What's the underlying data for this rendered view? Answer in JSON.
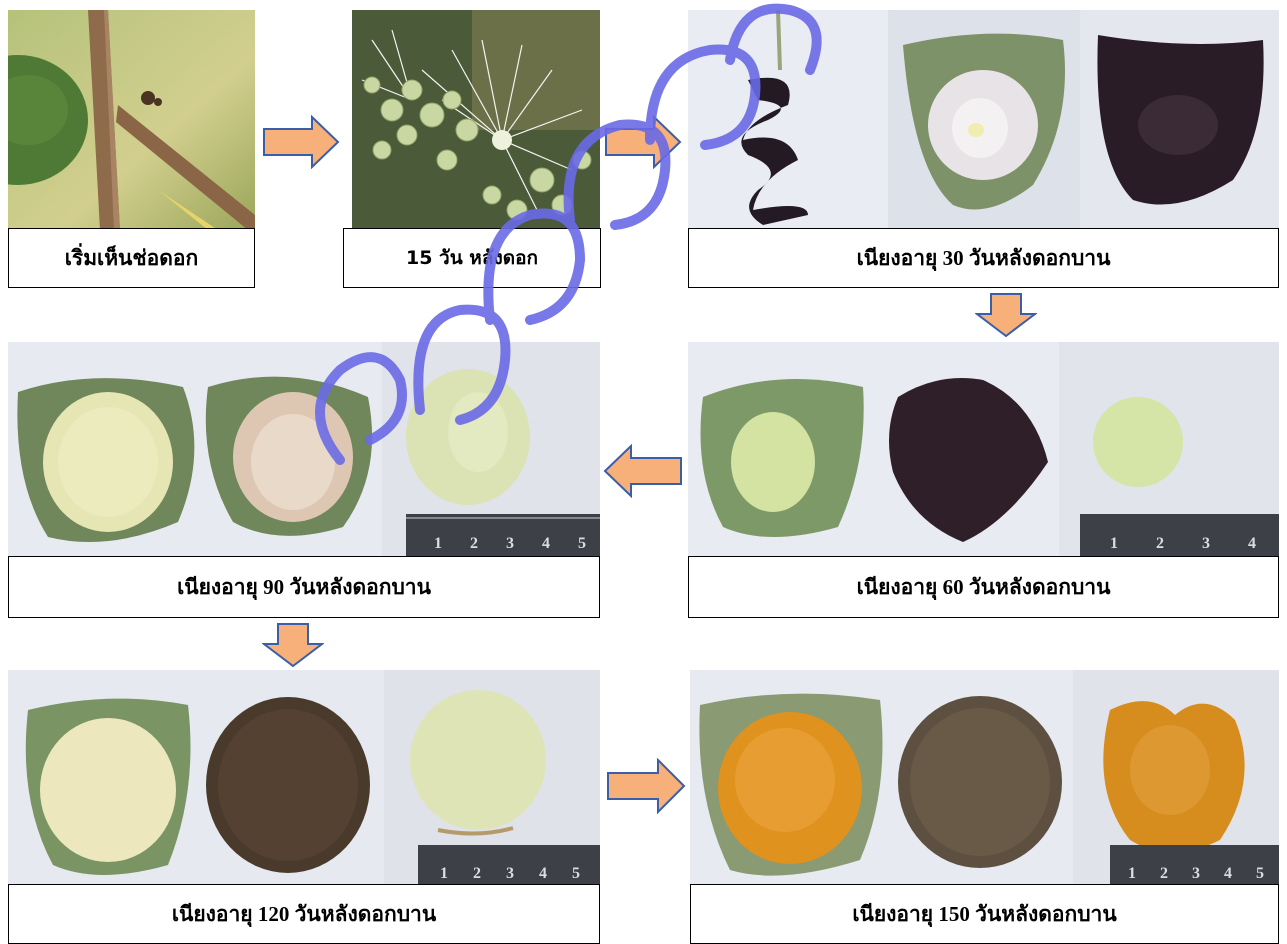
{
  "stages": {
    "s1": {
      "caption": "เริ่มเห็นช่อดอก"
    },
    "s2": {
      "caption": "15  วัน หลังดอก"
    },
    "s3": {
      "caption": "เนียงอายุ 30 วันหลังดอกบาน"
    },
    "s4": {
      "caption": "เนียงอายุ  60 วันหลังดอกบาน",
      "ruler": [
        "1",
        "2",
        "3",
        "4"
      ]
    },
    "s5": {
      "caption": "เนียงอายุ  90 วันหลังดอกบาน",
      "ruler": [
        "1",
        "2",
        "3",
        "4",
        "5"
      ]
    },
    "s6": {
      "caption": "เนียงอายุ  120 วันหลังดอกบาน",
      "ruler": [
        "1",
        "2",
        "3",
        "4",
        "5"
      ]
    },
    "s7": {
      "caption": "เนียงอายุ  150 วันหลังดอกบาน",
      "ruler": [
        "1",
        "2",
        "3",
        "4",
        "5"
      ]
    }
  },
  "colors": {
    "arrow_fill": "#f8b07a",
    "arrow_stroke": "#3a5fa8",
    "watermark": "#6a6ae6",
    "seed_pale": "#e3e8b0",
    "seed_orange": "#e0921e",
    "pod_dark": "#2a1c26",
    "husk_green": "#7d9a62"
  }
}
